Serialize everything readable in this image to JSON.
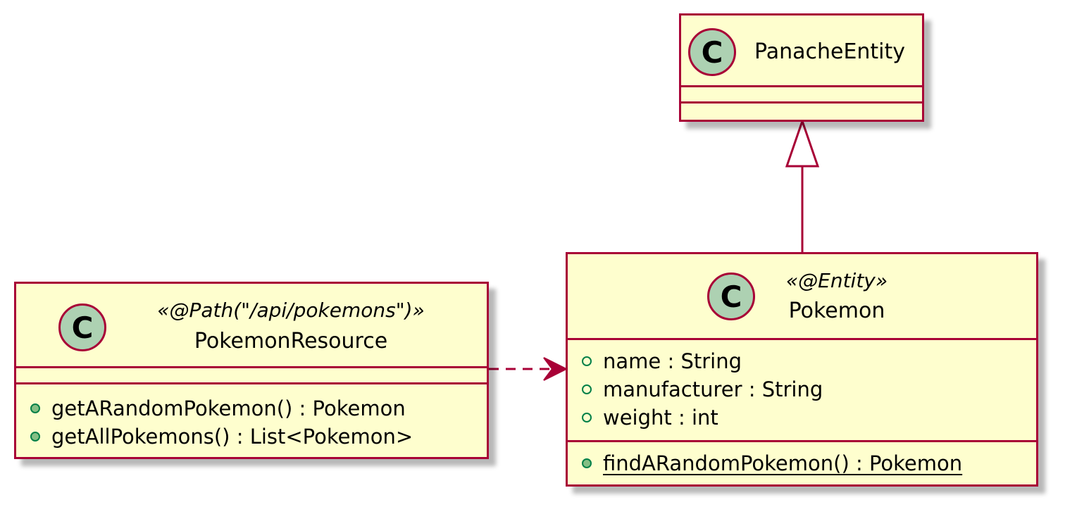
{
  "colors": {
    "class_fill": "#fefece",
    "border": "#a80036",
    "badge_fill": "#add1b2",
    "method_dot": "#84be84",
    "visibility_outline": "#038048"
  },
  "classes": {
    "panache_entity": {
      "badge": "C",
      "name": "PanacheEntity",
      "fields": [],
      "methods": []
    },
    "pokemon": {
      "badge": "C",
      "stereotype": "«@Entity»",
      "name": "Pokemon",
      "fields": [
        "name : String",
        "manufacturer : String",
        "weight : int"
      ],
      "methods": [
        "findARandomPokemon() : Pokemon"
      ]
    },
    "pokemon_resource": {
      "badge": "C",
      "stereotype": "«@Path(\"/api/pokemons\")»",
      "name": "PokemonResource",
      "fields": [],
      "methods": [
        "getARandomPokemon() : Pokemon",
        "getAllPokemons() : List<Pokemon>"
      ]
    }
  },
  "relations": [
    {
      "type": "generalization",
      "from": "Pokemon",
      "to": "PanacheEntity"
    },
    {
      "type": "dependency",
      "from": "PokemonResource",
      "to": "Pokemon"
    }
  ]
}
